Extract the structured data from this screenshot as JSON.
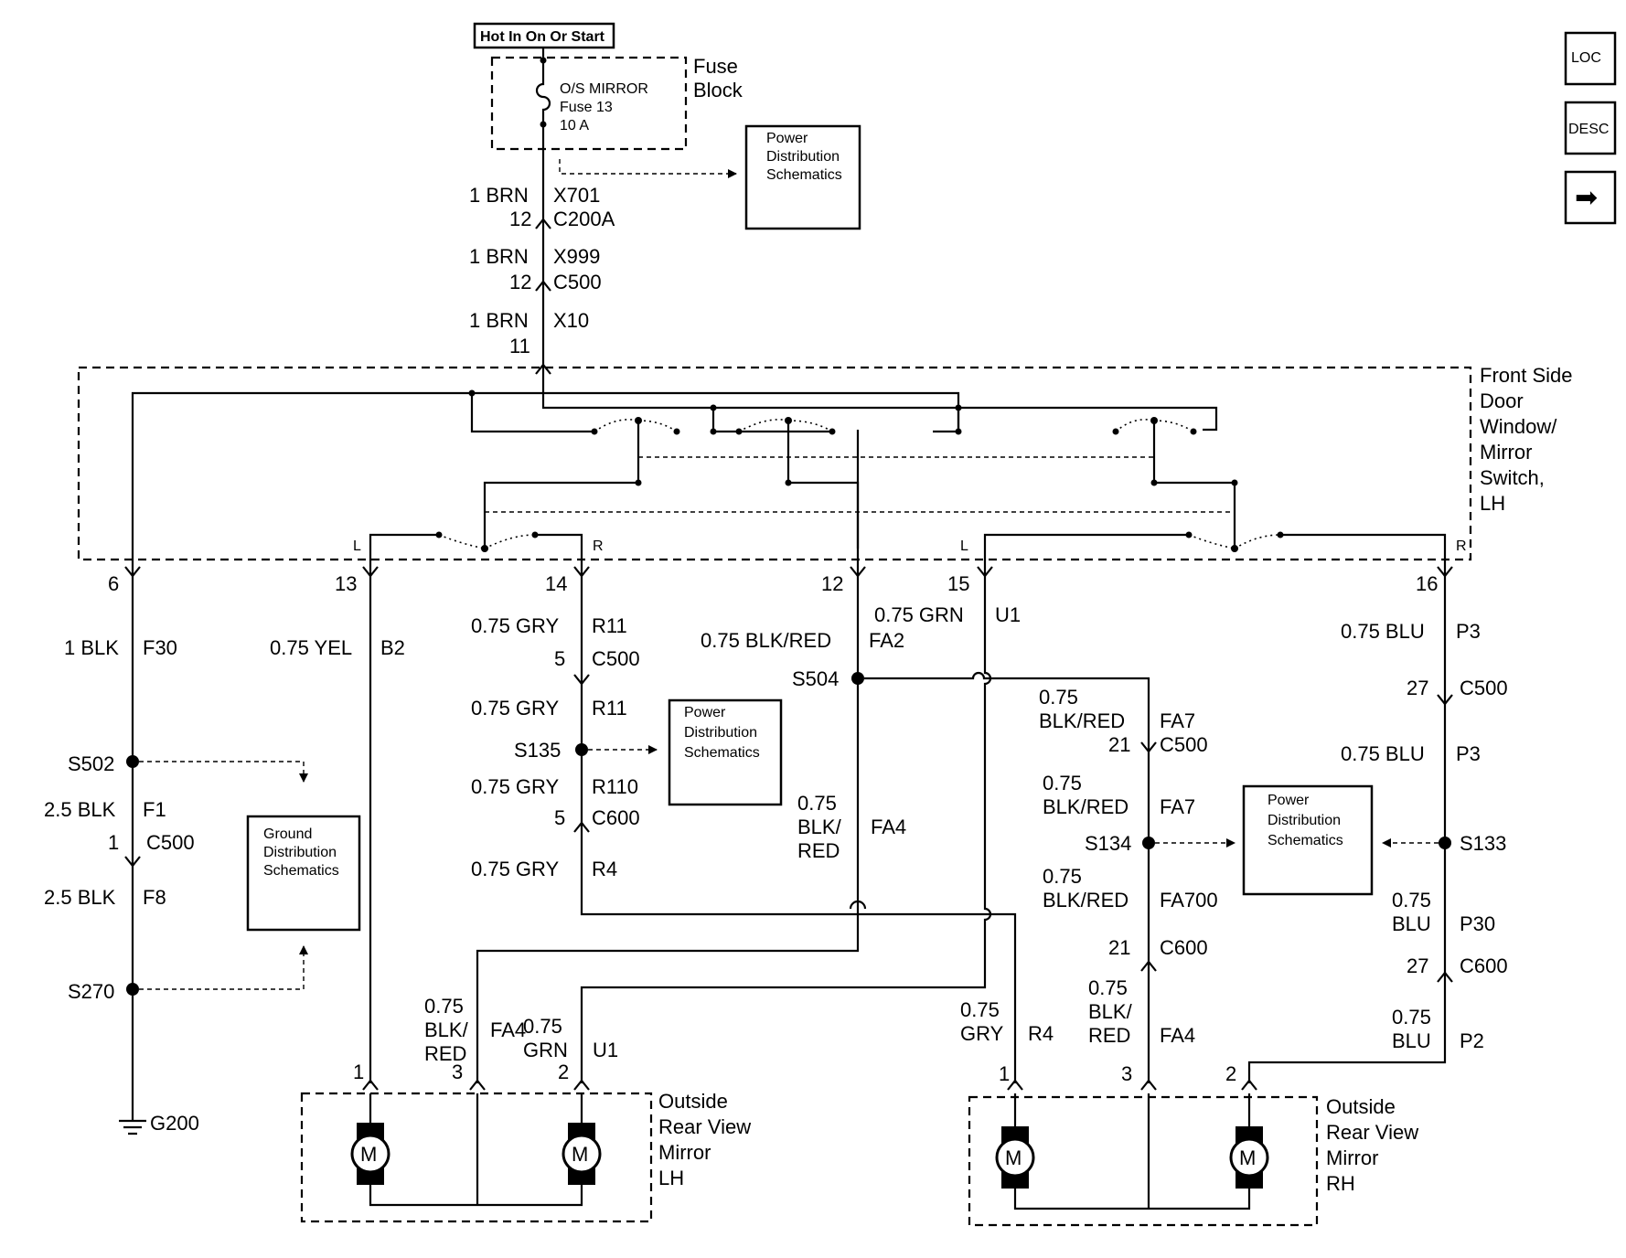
{
  "power_source": "Hot In On Or Start",
  "fuse": {
    "block_label": [
      "Fuse",
      "Block"
    ],
    "name": "O/S MIRROR",
    "number": "Fuse 13",
    "rating": "10 A"
  },
  "reference_boxes": {
    "power_top": [
      "Power",
      "Distribution",
      "Schematics"
    ],
    "power_mid": [
      "Power",
      "Distribution",
      "Schematics"
    ],
    "power_right": [
      "Power",
      "Distribution",
      "Schematics"
    ],
    "ground": [
      "Ground",
      "Distribution",
      "Schematics"
    ]
  },
  "nav": {
    "loc": "LOC",
    "desc": "DESC",
    "next": "➡"
  },
  "feed": {
    "seg1": {
      "wire": "1 BRN",
      "circuit": "X701",
      "pin": "12",
      "conn": "C200A"
    },
    "seg2": {
      "wire": "1 BRN",
      "circuit": "X999",
      "pin": "12",
      "conn": "C500"
    },
    "seg3": {
      "wire": "1 BRN",
      "circuit": "X10",
      "pin": "11"
    }
  },
  "switch": {
    "name": [
      "Front Side",
      "Door",
      "Window/",
      "Mirror",
      "Switch,",
      "LH"
    ],
    "l_left": "L",
    "r_left": "R",
    "l_right": "L",
    "r_right": "R"
  },
  "pins": {
    "p6": "6",
    "p13": "13",
    "p14": "14",
    "p12": "12",
    "p15": "15",
    "p16": "16"
  },
  "ground_branch": {
    "w1": "1 BLK",
    "c1": "F30",
    "splice1": "S502",
    "w2": "2.5 BLK",
    "c2": "F1",
    "pin": "1",
    "conn": "C500",
    "w3": "2.5 BLK",
    "c3": "F8",
    "splice2": "S270",
    "ground": "G200"
  },
  "yel": {
    "wire": "0.75 YEL",
    "circuit": "B2"
  },
  "gry": {
    "w1": "0.75 GRY",
    "c1": "R11",
    "pin1": "5",
    "conn1": "C500",
    "w2": "0.75 GRY",
    "c2": "R11",
    "splice": "S135",
    "w3": "0.75 GRY",
    "c3": "R110",
    "pin2": "5",
    "conn2": "C600",
    "w4": "0.75 GRY",
    "c4": "R4"
  },
  "blkred": {
    "w1": "0.75 BLK/RED",
    "c1": "FA2",
    "splice": "S504",
    "w2": [
      "0.75",
      "BLK/",
      "RED"
    ],
    "c2": "FA4"
  },
  "grn": {
    "wire": "0.75 GRN",
    "circuit": "U1"
  },
  "fa7": {
    "w1": [
      "0.75",
      "BLK/RED"
    ],
    "c1": "FA7",
    "pin1": "21",
    "conn1": "C500",
    "w2": [
      "0.75",
      "BLK/RED"
    ],
    "c2": "FA7",
    "splice": "S134",
    "w3": [
      "0.75",
      "BLK/RED"
    ],
    "c3": "FA700",
    "pin2": "21",
    "conn2": "C600",
    "w4": [
      "0.75",
      "BLK/",
      "RED"
    ],
    "c4": "FA4"
  },
  "blu": {
    "w1": "0.75 BLU",
    "c1": "P3",
    "pin1": "27",
    "conn1": "C500",
    "w2": "0.75 BLU",
    "c2": "P3",
    "splice": "S133",
    "w3": [
      "0.75",
      "BLU"
    ],
    "c3": "P30",
    "pin2": "27",
    "conn2": "C600",
    "w4": [
      "0.75",
      "BLU"
    ],
    "c4": "P2"
  },
  "lh_mirror": {
    "name": [
      "Outside",
      "Rear View",
      "Mirror",
      "LH"
    ],
    "fa4": [
      "0.75",
      "BLK/",
      "RED"
    ],
    "fa4_c": "FA4",
    "grn": [
      "0.75",
      "GRN"
    ],
    "grn_c": "U1",
    "pin1": "1",
    "pin3": "3",
    "pin2": "2",
    "motor": "M"
  },
  "rh_mirror": {
    "name": [
      "Outside",
      "Rear View",
      "Mirror",
      "RH"
    ],
    "gry": [
      "0.75",
      "GRY"
    ],
    "gry_c": "R4",
    "pin1": "1",
    "pin3": "3",
    "pin2": "2",
    "motor": "M"
  }
}
